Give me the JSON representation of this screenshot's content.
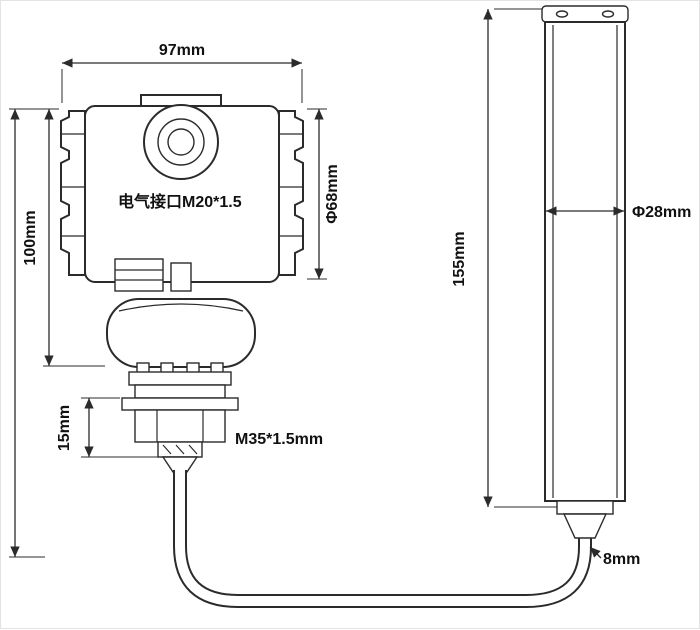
{
  "diagram": {
    "kind": "technical-dimension-drawing",
    "labels": {
      "top_width": "97mm",
      "left_height": "100mm",
      "flange_height": "15mm",
      "head_diameter": "Φ68mm",
      "probe_length": "155mm",
      "probe_diameter": "Φ28mm",
      "cable_diameter": "8mm",
      "electrical_interface": "电气接口M20*1.5",
      "mounting_thread": "M35*1.5mm"
    },
    "colors": {
      "line": "#2b2b2b",
      "text": "#111111",
      "background": "#ffffff"
    }
  }
}
